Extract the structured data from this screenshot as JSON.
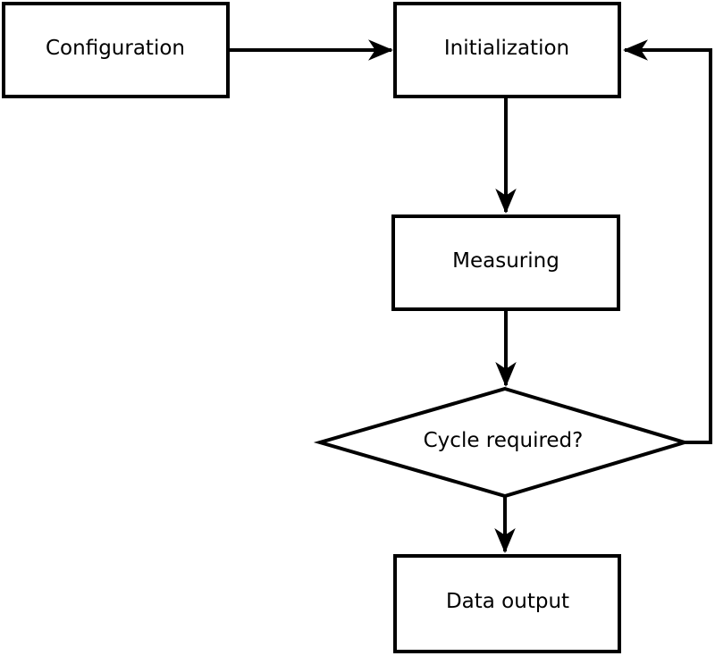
{
  "diagram": {
    "type": "flowchart",
    "background_color": "#ffffff",
    "stroke_color": "#000000",
    "text_color": "#000000",
    "nodes": [
      {
        "id": "configuration",
        "label": "Configuration",
        "shape": "rectangle"
      },
      {
        "id": "initialization",
        "label": "Initialization",
        "shape": "rectangle"
      },
      {
        "id": "measuring",
        "label": "Measuring",
        "shape": "rectangle"
      },
      {
        "id": "cycle-required",
        "label": "Cycle required?",
        "shape": "diamond"
      },
      {
        "id": "data-output",
        "label": "Data output",
        "shape": "rectangle"
      }
    ],
    "edges": [
      {
        "from": "configuration",
        "to": "initialization",
        "direction": "right"
      },
      {
        "from": "initialization",
        "to": "measuring",
        "direction": "down"
      },
      {
        "from": "measuring",
        "to": "cycle-required",
        "direction": "down"
      },
      {
        "from": "cycle-required",
        "to": "data-output",
        "direction": "down"
      },
      {
        "from": "cycle-required",
        "to": "initialization",
        "direction": "feedback-loop-up-right"
      }
    ]
  }
}
